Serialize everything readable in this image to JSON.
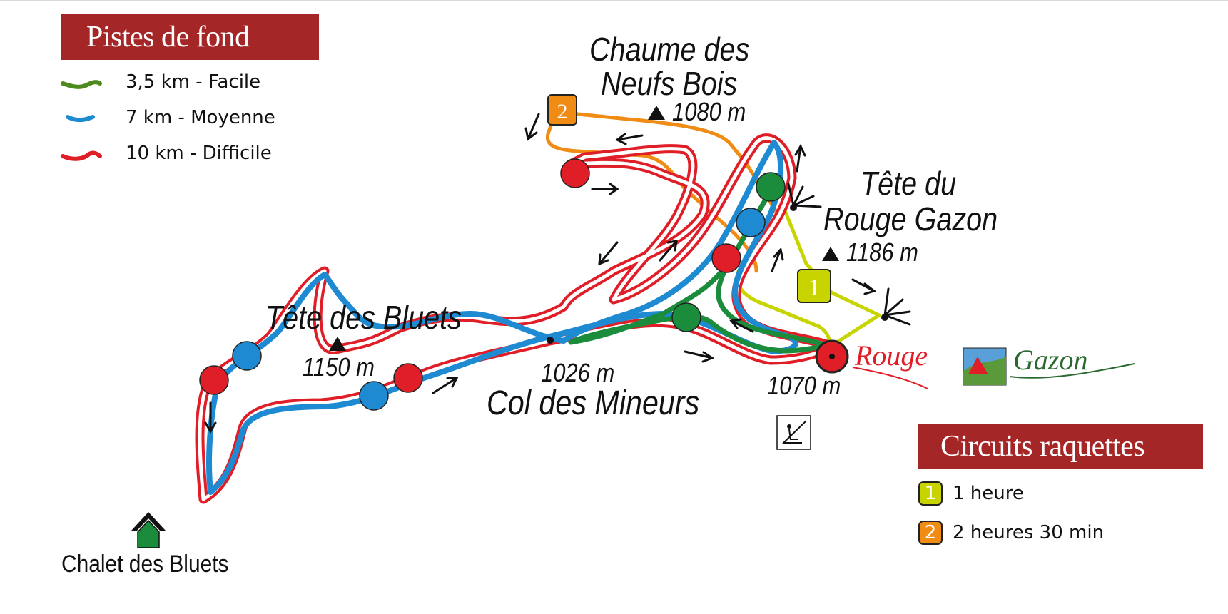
{
  "legend_pistes": {
    "title": "Pistes de fond",
    "items": [
      {
        "label": "3,5 km - Facile",
        "color": "#4e8a1e"
      },
      {
        "label": "7 km - Moyenne",
        "color": "#1e8ad2"
      },
      {
        "label": "10 km - Difficile",
        "color": "#e01e28"
      }
    ]
  },
  "legend_raquettes": {
    "title": "Circuits raquettes",
    "items": [
      {
        "badge": "1",
        "label": "1 heure",
        "color": "#c8d400"
      },
      {
        "badge": "2",
        "label": "2 heures 30 min",
        "color": "#f08c14"
      }
    ]
  },
  "places": {
    "chaume_line1": "Chaume des",
    "chaume_line2": "Neufs Bois",
    "chaume_alt": "1080 m",
    "tete_rouge_line1": "Tête du",
    "tete_rouge_line2": "Rouge Gazon",
    "tete_rouge_alt": "1186 m",
    "tete_bluets": "Tête des Bluets",
    "tete_bluets_alt": "1150 m",
    "col_alt": "1026 m",
    "col_name": "Col des Mineurs",
    "station_alt": "1070 m",
    "chalet": "Chalet des Bluets"
  },
  "map_badges": {
    "one": "1",
    "two": "2"
  },
  "logo": {
    "word1": "Rouge",
    "word2": "Gazon"
  },
  "colors": {
    "banner": "#a52626",
    "green": "#1a8c3c",
    "blue": "#1e8ad2",
    "red": "#e01e28",
    "yellow": "#c8d400",
    "orange": "#f08c14"
  },
  "icons": [
    "triangle-summit-icon",
    "viewpoint-icon",
    "ski-lift-icon",
    "chalet-icon",
    "direction-arrow-icon"
  ]
}
